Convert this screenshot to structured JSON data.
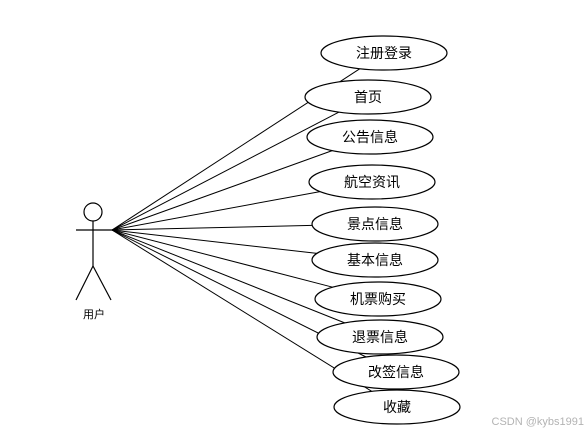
{
  "actor": {
    "label": "用户"
  },
  "use_cases": [
    {
      "label": "注册登录"
    },
    {
      "label": "首页"
    },
    {
      "label": "公告信息"
    },
    {
      "label": "航空资讯"
    },
    {
      "label": "景点信息"
    },
    {
      "label": "基本信息"
    },
    {
      "label": "机票购买"
    },
    {
      "label": "退票信息"
    },
    {
      "label": "改签信息"
    },
    {
      "label": "收藏"
    }
  ],
  "watermark": "CSDN @kybs1991",
  "colors": {
    "line": "#000000",
    "background": "#ffffff",
    "watermark": "#b3b3b3"
  }
}
